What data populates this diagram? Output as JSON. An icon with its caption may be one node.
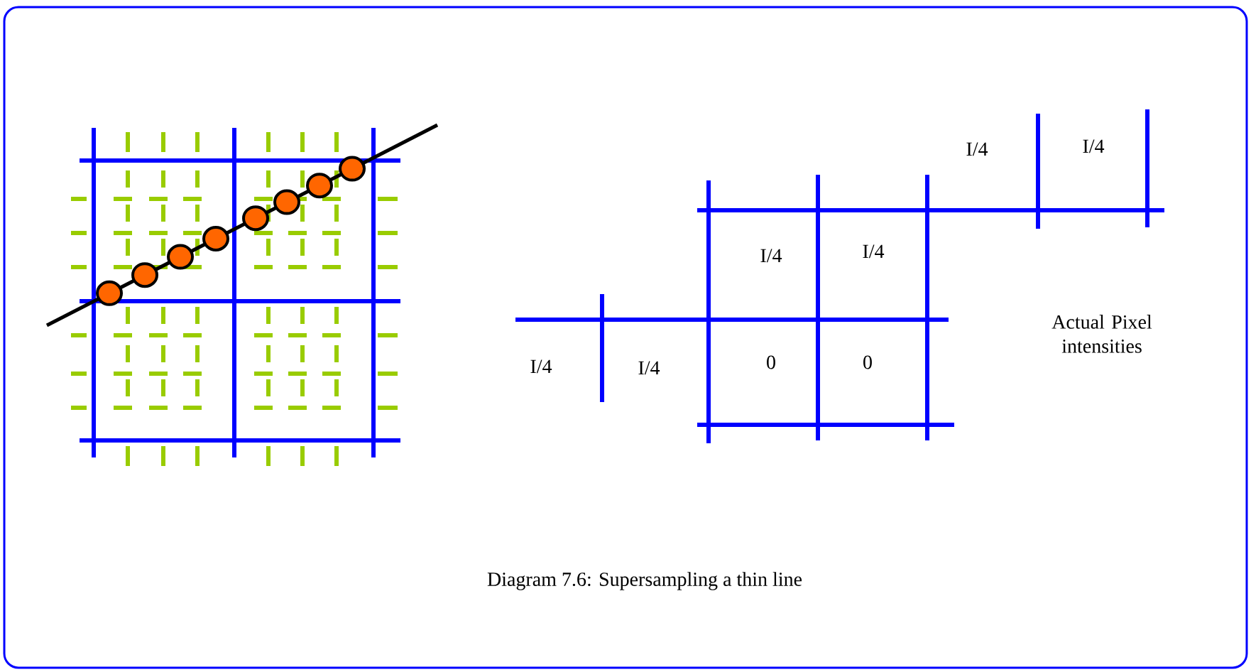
{
  "diagram": {
    "caption": "Diagram 7.6: Supersampling a thin line",
    "labels": [
      "I/4",
      "I/4",
      "I/4",
      "I/4",
      "Actual Pixel intensities",
      "I/4",
      "I/4",
      "0",
      "0"
    ]
  }
}
